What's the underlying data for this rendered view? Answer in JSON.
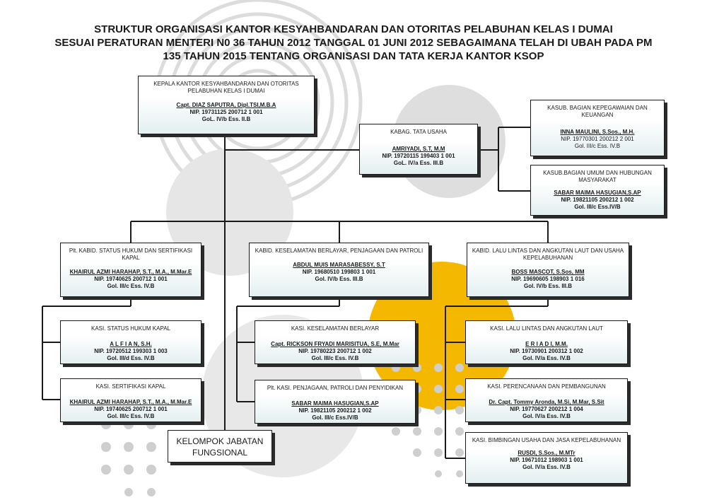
{
  "title": {
    "line1": "STRUKTUR ORGANISASI KANTOR KESYAHBANDARAN DAN OTORITAS PELABUHAN KELAS I DUMAI",
    "line2": "SESUAI PERATURAN MENTERI N0 36 TAHUN 2012 TANGGAL 01 JUNI 2012 SEBAGAIMANA TELAH DI UBAH PADA PM",
    "line3": "135 TAHUN 2015 TENTANG ORGANISASI DAN TATA KERJA KANTOR KSOP"
  },
  "colors": {
    "accent": "#f5b800",
    "circle": "#d9d9d9",
    "box_fill": "#e3eff0",
    "line": "#1a1a1a"
  },
  "kepala": {
    "role": "KEPALA KANTOR KESYAHBANDARAN DAN OTORITAS PELABUHAN KELAS I DUMAI",
    "name": "Capt. DIAZ SAPUTRA, Dipl.TSI,M.B.A",
    "nip": "NIP. 19731125 200712 1 001",
    "gol": "GoL. IV/b  Ess. II.B"
  },
  "kabag": {
    "role": "KABAG. TATA USAHA",
    "name": "AMRIYADI, S.T, M.M",
    "nip": "NIP. 19720115 199403 1 001",
    "gol": "GoL. IV/a  Ess. III.B"
  },
  "kasub_kepeg": {
    "role": "KASUB. BAGIAN KEPEGAWAIAN DAN KEUANGAN",
    "name": "INNA MAULINI, S.Sos., M.H.",
    "nip": "NIP. 19770301 200212 2 001",
    "gol": "Gol. III/c   Ess. IV.B"
  },
  "kasub_umum": {
    "role": "KASUB.BAGIAN UMUM DAN HUBUNGAN MASYARAKAT",
    "name": "SABAR MAIMA HASUGIAN,S.AP",
    "nip": "NIP. 19821105 200212 1 002",
    "gol": "Gol. III/c  Ess.IV/B"
  },
  "kabid_hukum": {
    "role": "Plt. KABID. STATUS HUKUM DAN SERTIFIKASI KAPAL",
    "name": "KHAIRUL AZMI HARAHAP, S.T., M.A., M.Mar.E",
    "nip": "NIP.  19740625 200712 1 001",
    "gol": "Gol. III/c  Ess. IV.B"
  },
  "kabid_keselamatan": {
    "role": "KABID. KESELAMATAN BERLAYAR, PENJAGAAN DAN PATROLI",
    "name": "ABDUL MUIS MARASABESSY, S.T",
    "nip": "NIP. 19680510 199803 1 001",
    "gol": "Gol. IV/b  Ess. III.B"
  },
  "kabid_lalulintas": {
    "role": "KABID. LALU LINTAS DAN ANGKUTAN LAUT DAN USAHA KEPELABUHANAN",
    "name": "BOSS MASCOT, S.Sos, MM",
    "nip": "NIP. 19690605 198903 1 016",
    "gol": "Gol. IV/b  Ess. III.B"
  },
  "kasi_status_hukum": {
    "role": "KASI. STATUS HUKUM KAPAL",
    "name": "A L F I A N, S.H.",
    "nip": "NIP. 19720512 199303 1 003",
    "gol": "Gol. III/d  Ess. IV.B"
  },
  "kasi_sertifikasi": {
    "role": "KASI. SERTIFIKASI KAPAL",
    "name": "KHAIRUL AZMI HARAHAP, S.T., M.A., M.Mar.E",
    "nip": "NIP.  19740625 200712 1 001",
    "gol": "Gol. III/c  Ess. IV.B"
  },
  "kasi_keselamatan": {
    "role": "KASI. KESELAMATAN BERLAYAR",
    "name": "Capt. RICKSON FRYADI MARISITUA, S.E, M.Mar",
    "nip": "NIP. 19780223 200712 1 002",
    "gol": "Gol. III/c  Ess. IV.B"
  },
  "kasi_penjagaan": {
    "role": "Plt. KASI. PENJAGAAN, PATROLI DAN PENYIDIKAN",
    "name": "SABAR MAIMA HASUGIAN,S.AP",
    "nip": "NIP. 19821105 200212 1 002",
    "gol": "Gol. III/c  Ess.IV/B"
  },
  "kasi_lalulintas": {
    "role": "KASI. LALU LINTAS DAN ANGKUTAN LAUT",
    "name": "E R I A D I, M.M.",
    "nip": "NIP. 19730901 200312 1 002",
    "gol": "Gol. IV/a  Ess. IV.B"
  },
  "kasi_perencanaan": {
    "role": "KASI. PERENCANAAN DAN PEMBANGUNAN",
    "name": "Dr. Capt. Tommy Aronda, M.Si, M.Mar, S.Sit",
    "nip": "NIP. 19770627 200212 1 004",
    "gol": "Gol. IV/a  Ess. IV.B"
  },
  "kasi_bimbingan": {
    "role": "KASI. BIMBINGAN USAHA DAN JASA KEPELABUHANAN",
    "name": "RUSDI, S.Sos., M.MTr",
    "nip": "NIP. 19671012 198903 1 001",
    "gol": "Gol. IV/a    Ess. IV.B"
  },
  "kelompok": {
    "line1": "KELOMPOK JABATAN",
    "line2": "FUNGSIONAL"
  }
}
